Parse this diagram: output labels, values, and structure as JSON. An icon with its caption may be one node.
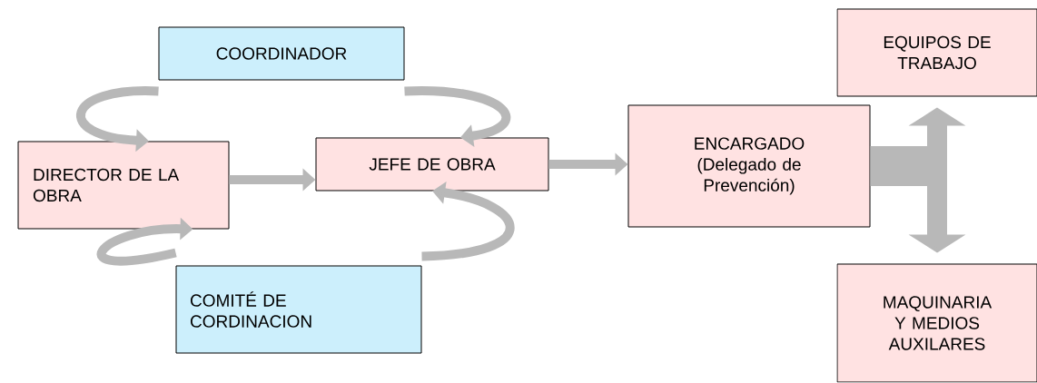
{
  "diagram": {
    "nodes": [
      {
        "text": [
          "COORDINADOR"
        ]
      },
      {
        "text": [
          "EQUIPOS DE TRABAJO"
        ]
      },
      {
        "text": [
          "DIRECTOR DE LA OBRA"
        ]
      },
      {
        "text": [
          "JEFE DE OBRA"
        ]
      },
      {
        "text": [
          "ENCARGADO (Delegado de Prevención)"
        ]
      },
      {
        "text": [
          "COMITÉ DE CORDINACION"
        ]
      },
      {
        "text": [
          "MAQUINARIA Y MEDIOS AUXILARES"
        ]
      }
    ],
    "edges": [
      {
        "from": 0,
        "to": 2,
        "arrow": "to"
      },
      {
        "from": 0,
        "to": 3,
        "arrow": "to"
      },
      {
        "from": 2,
        "to": 3,
        "arrow": "to"
      },
      {
        "from": 3,
        "to": 4,
        "arrow": "to"
      },
      {
        "from": 4,
        "to": 1,
        "arrow": "to",
        "style": "thick"
      },
      {
        "from": 4,
        "to": 6,
        "arrow": "to",
        "style": "thick"
      },
      {
        "from": 5,
        "to": 2,
        "arrow": "to"
      },
      {
        "from": 5,
        "to": 3,
        "arrow": "to"
      }
    ]
  }
}
